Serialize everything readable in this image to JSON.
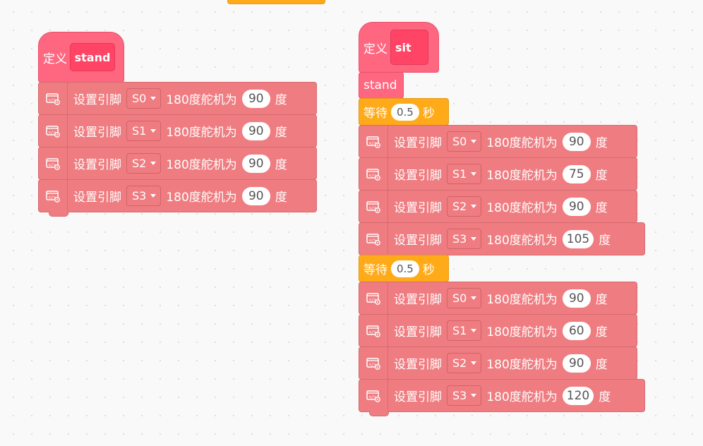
{
  "define_stand": {
    "define_label": "定义",
    "name": "stand",
    "blocks": [
      {
        "set_label": "设置引脚",
        "pin": "S0",
        "servo_label": "180度舵机为",
        "value": "90",
        "unit": "度"
      },
      {
        "set_label": "设置引脚",
        "pin": "S1",
        "servo_label": "180度舵机为",
        "value": "90",
        "unit": "度"
      },
      {
        "set_label": "设置引脚",
        "pin": "S2",
        "servo_label": "180度舵机为",
        "value": "90",
        "unit": "度"
      },
      {
        "set_label": "设置引脚",
        "pin": "S3",
        "servo_label": "180度舵机为",
        "value": "90",
        "unit": "度"
      }
    ]
  },
  "define_sit": {
    "define_label": "定义",
    "name": "sit",
    "call_label": "stand",
    "wait1": {
      "label": "等待",
      "value": "0.5",
      "unit": "秒"
    },
    "group1": [
      {
        "set_label": "设置引脚",
        "pin": "S0",
        "servo_label": "180度舵机为",
        "value": "90",
        "unit": "度"
      },
      {
        "set_label": "设置引脚",
        "pin": "S1",
        "servo_label": "180度舵机为",
        "value": "75",
        "unit": "度"
      },
      {
        "set_label": "设置引脚",
        "pin": "S2",
        "servo_label": "180度舵机为",
        "value": "90",
        "unit": "度"
      },
      {
        "set_label": "设置引脚",
        "pin": "S3",
        "servo_label": "180度舵机为",
        "value": "105",
        "unit": "度"
      }
    ],
    "wait2": {
      "label": "等待",
      "value": "0.5",
      "unit": "秒"
    },
    "group2": [
      {
        "set_label": "设置引脚",
        "pin": "S0",
        "servo_label": "180度舵机为",
        "value": "90",
        "unit": "度"
      },
      {
        "set_label": "设置引脚",
        "pin": "S1",
        "servo_label": "180度舵机为",
        "value": "60",
        "unit": "度"
      },
      {
        "set_label": "设置引脚",
        "pin": "S2",
        "servo_label": "180度舵机为",
        "value": "90",
        "unit": "度"
      },
      {
        "set_label": "设置引脚",
        "pin": "S3",
        "servo_label": "180度舵机为",
        "value": "120",
        "unit": "度"
      }
    ]
  },
  "colors": {
    "define": "#ff6680",
    "servo": "#ef7c80",
    "wait": "#ffab19"
  },
  "icons": {
    "block_icon": "code-board-gear-icon"
  }
}
